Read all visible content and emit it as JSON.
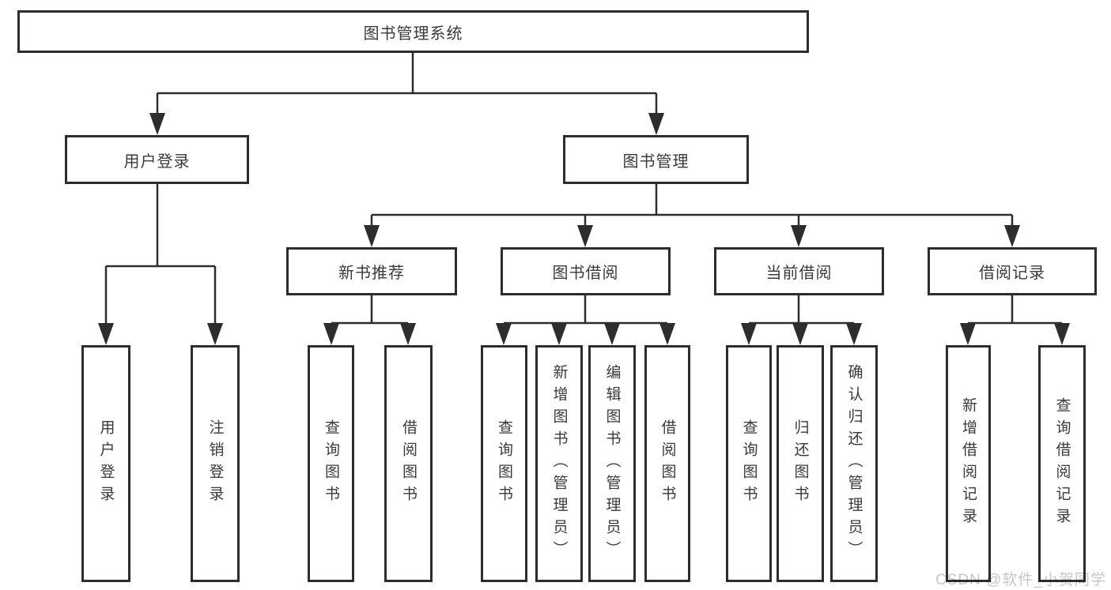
{
  "diagram": {
    "root": "图书管理系统",
    "branches": [
      {
        "label": "用户登录",
        "children": [
          "用户登录",
          "注销登录"
        ]
      },
      {
        "label": "图书管理",
        "groups": [
          {
            "label": "新书推荐",
            "children": [
              "查询图书",
              "借阅图书"
            ]
          },
          {
            "label": "图书借阅",
            "children": [
              "查询图书",
              "新增图书（管理员）",
              "编辑图书（管理员）",
              "借阅图书"
            ]
          },
          {
            "label": "当前借阅",
            "children": [
              "查询图书",
              "归还图书",
              "确认归还（管理员）"
            ]
          },
          {
            "label": "借阅记录",
            "children": [
              "新增借阅记录",
              "查询借阅记录"
            ]
          }
        ]
      }
    ],
    "colors": {
      "line": "#2d2d2d",
      "border": "#2d2d2d",
      "text": "#3a3a3a",
      "background": "#ffffff",
      "watermark": "#c6c6c6"
    }
  },
  "watermark": "CSDN @软件_小贺同学"
}
